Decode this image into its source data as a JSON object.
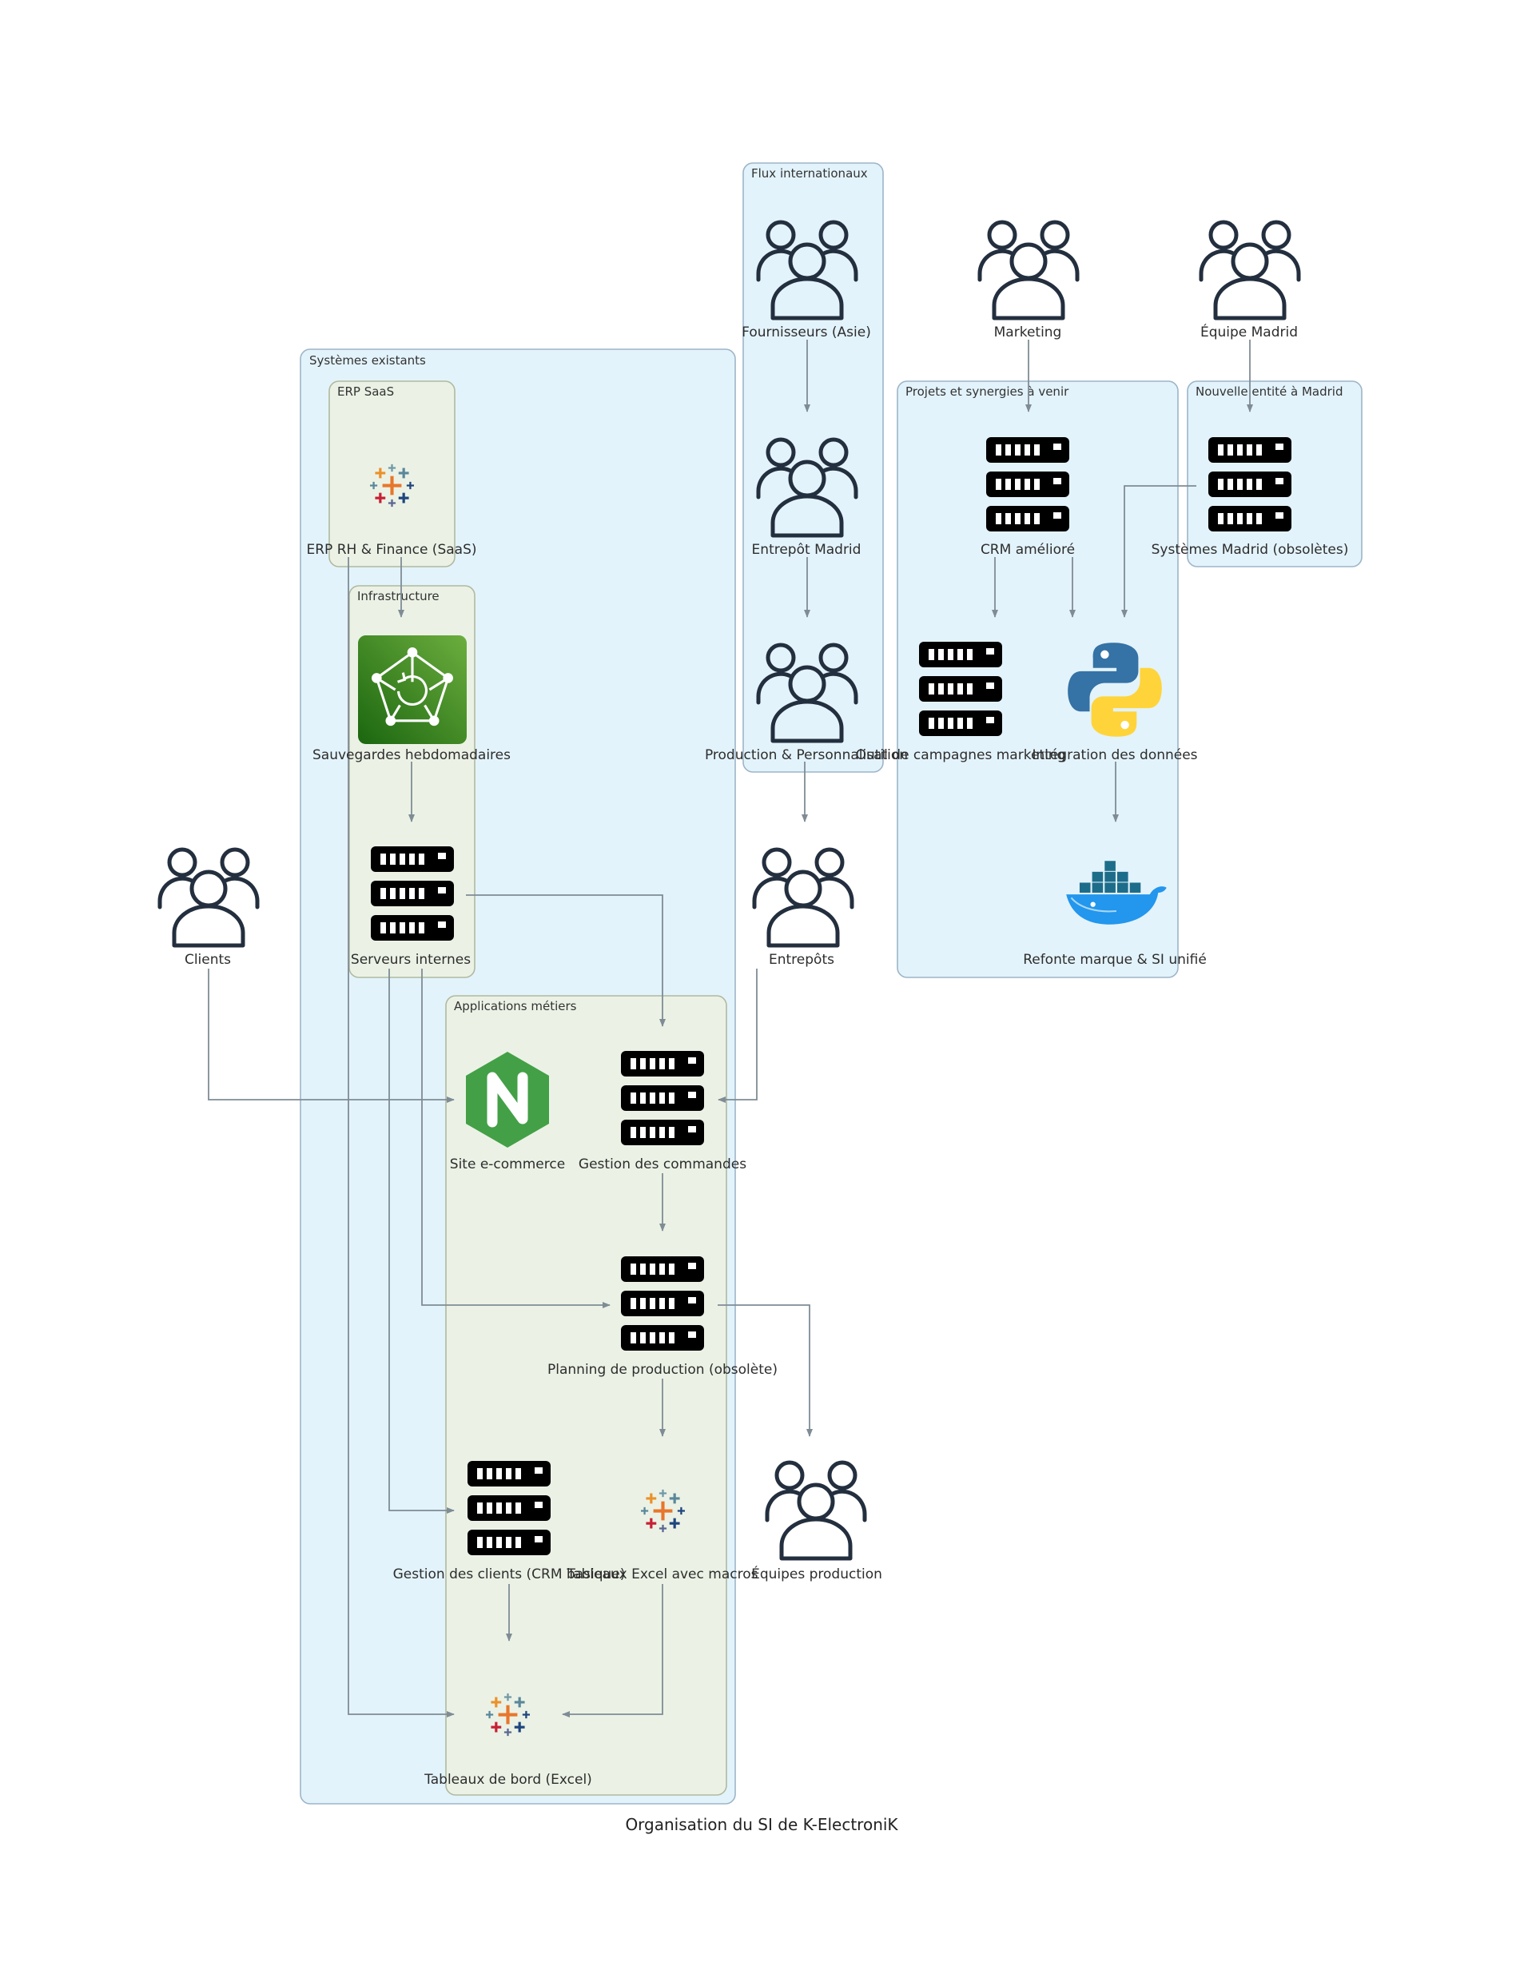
{
  "title": "Organisation du SI de K-ElectroniK",
  "clusters": {
    "existing": "Systèmes existants",
    "erp": "ERP SaaS",
    "infra": "Infrastructure",
    "apps": "Applications métiers",
    "international": "Flux internationaux",
    "projects": "Projets et synergies à venir",
    "madrid": "Nouvelle entité à Madrid"
  },
  "nodes": {
    "fournisseurs": "Fournisseurs (Asie)",
    "marketing": "Marketing",
    "equipe_madrid": "Équipe Madrid",
    "entrepot_madrid": "Entrepôt Madrid",
    "production_personnalisation": "Production & Personnalisation",
    "entrepots": "Entrepôts",
    "clients": "Clients",
    "erp_rh": "ERP RH & Finance (SaaS)",
    "sauvegardes": "Sauvegardes hebdomadaires",
    "serveurs": "Serveurs internes",
    "site_ecommerce": "Site e-commerce",
    "gestion_commandes": "Gestion des commandes",
    "planning": "Planning de production (obsolète)",
    "gestion_clients": "Gestion des clients (CRM basique)",
    "tableaux_excel": "Tableaux Excel avec macros",
    "equipes_production": "Équipes production",
    "tableaux_bord": "Tableaux de bord (Excel)",
    "crm": "CRM amélioré",
    "outil_campagnes": "Outil de campagnes marketing",
    "integration": "Intégration des données",
    "systemes_madrid": "Systèmes Madrid (obsolètes)",
    "refonte": "Refonte marque & SI unifié"
  },
  "icons": {
    "users": "users-icon",
    "server": "server-icon",
    "tableau": "tableau-icon",
    "backup": "aws-backup-icon",
    "nginx": "nginx-icon",
    "python": "python-icon",
    "docker": "docker-icon"
  },
  "colors": {
    "cluster_blue": "#e3f3fb",
    "cluster_green": "#ebf2e5",
    "edge": "#7f8c96",
    "users": "#232f3e",
    "server": "#000000",
    "backup": "#3f8624",
    "nginx": "#43a047",
    "docker": "#2396ed"
  }
}
